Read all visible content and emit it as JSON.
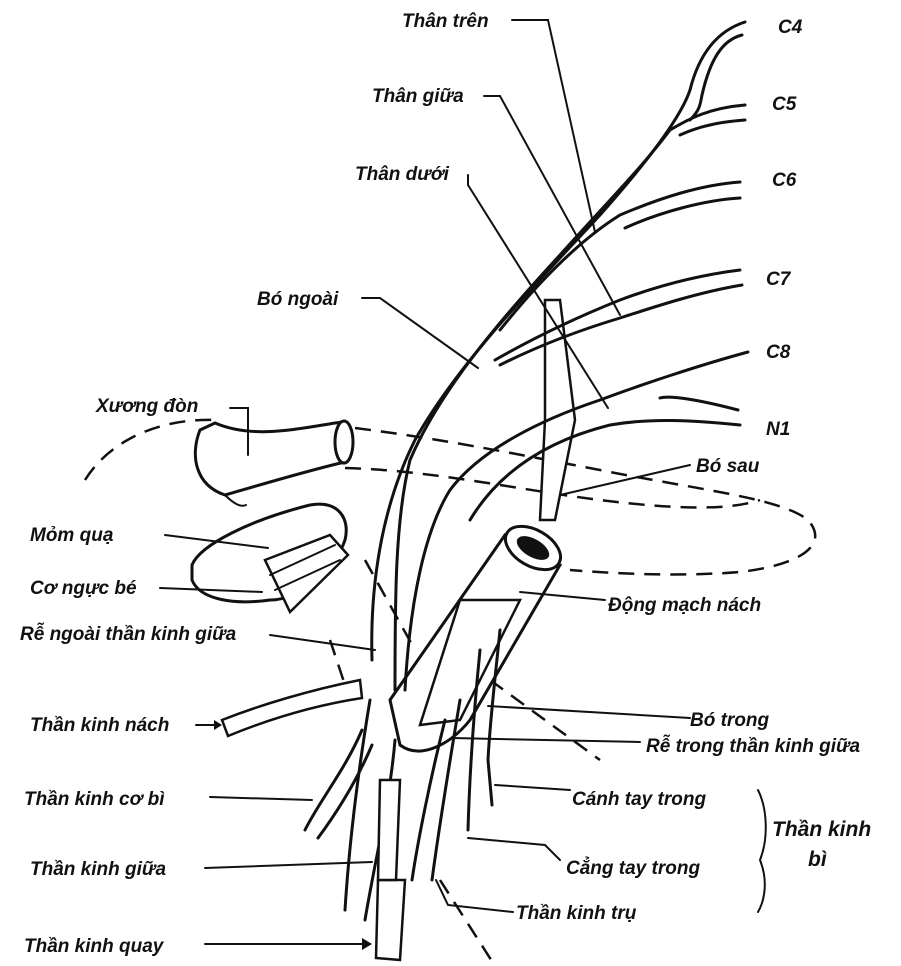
{
  "labels": {
    "c4": "C4",
    "c5": "C5",
    "c6": "C6",
    "c7": "C7",
    "c8": "C8",
    "n1": "N1",
    "than_tren": "Thân trên",
    "than_giua": "Thân giữa",
    "than_duoi": "Thân dưới",
    "bo_ngoai": "Bó ngoài",
    "xuong_don": "Xương đòn",
    "bo_sau": "Bó sau",
    "mom_qua": "Mỏm quạ",
    "co_nguc_be": "Cơ ngực bé",
    "dong_mach_nach": "Động mạch nách",
    "re_ngoai": "Rễ ngoài thần kinh giữa",
    "than_kinh_nach": "Thần kinh nách",
    "bo_trong": "Bó trong",
    "re_trong": "Rễ trong thần kinh giữa",
    "than_kinh_co_bi": "Thần kinh cơ bì",
    "canh_tay_trong": "Cánh tay trong",
    "than_kinh_bi_1": "Thần kinh",
    "than_kinh_bi_2": "bì",
    "cang_tay_trong": "Cẳng tay trong",
    "than_kinh_giua": "Thần kinh giữa",
    "than_kinh_tru": "Thần kinh trụ",
    "than_kinh_quay": "Thần kinh quay"
  }
}
